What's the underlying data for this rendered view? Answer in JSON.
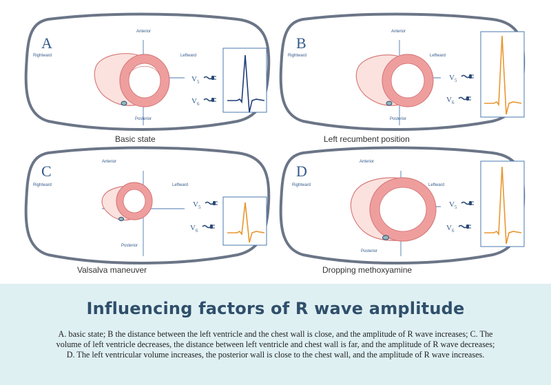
{
  "panels": [
    {
      "letter": "A",
      "caption": "Basic state",
      "wave_color": "#1f3c78",
      "labels": {
        "anterior": "Anterior",
        "posterior": "Posterior",
        "rightward": "Rightward",
        "leftward": "Leftward"
      }
    },
    {
      "letter": "B",
      "caption": "Left recumbent position",
      "wave_color": "#e8962e",
      "labels": {
        "anterior": "Anterior",
        "posterior": "Posterior",
        "rightward": "Rightward",
        "leftward": "Leftward"
      }
    },
    {
      "letter": "C",
      "caption": "Valsalva maneuver",
      "wave_color": "#e8962e",
      "labels": {
        "anterior": "Anterior",
        "posterior": "Posterior",
        "rightward": "Rightward",
        "leftward": "Leftward"
      }
    },
    {
      "letter": "D",
      "caption": "Dropping methoxyamine",
      "wave_color": "#e8962e",
      "labels": {
        "anterior": "Anterior",
        "posterior": "Posterior",
        "rightward": "Rightward",
        "leftward": "Leftward"
      }
    }
  ],
  "leads": {
    "v": "V",
    "sub5": "5",
    "sub6": "6"
  },
  "colors": {
    "chest_outline": "#6b7587",
    "axis": "#4a78b0",
    "heart_fill": "#ef9e9e",
    "heart_light": "#fbe2de",
    "footer_bg": "#dff0f3",
    "text": "#355a8a"
  },
  "footer": {
    "title": "Influencing factors of R wave amplitude",
    "description": "A. basic state; B the distance between the left ventricle and the chest wall is close, and the amplitude of R wave increases; C. The volume of left ventricle decreases, the distance between left ventricle and chest wall is far, and the amplitude of R wave decreases; D. The left ventricular volume increases, the posterior wall is close to the chest wall, and the amplitude of R wave increases."
  }
}
